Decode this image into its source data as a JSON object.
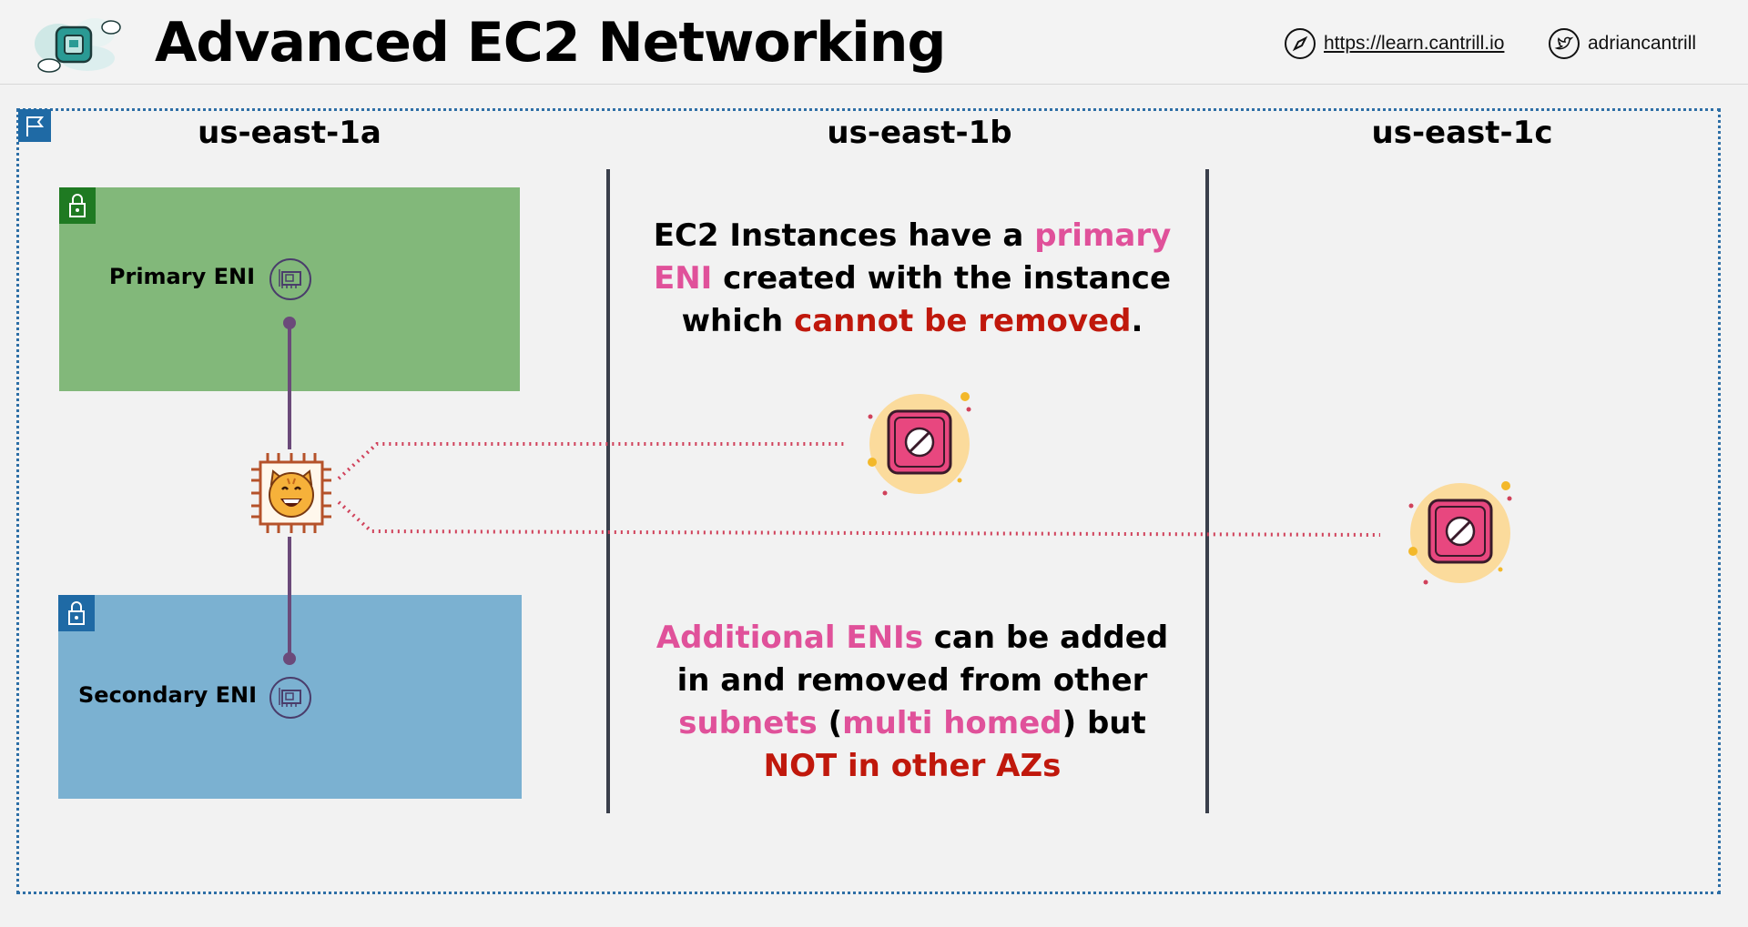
{
  "header": {
    "title": "Advanced EC2 Networking",
    "website": "https://learn.cantrill.io",
    "twitter": "adriancantrill"
  },
  "azs": [
    "us-east-1a",
    "us-east-1b",
    "us-east-1c"
  ],
  "enis": {
    "primary": "Primary ENI",
    "secondary": "Secondary ENI"
  },
  "text1": {
    "p1": "EC2 Instances have a ",
    "p2": "primary",
    "p3": "ENI",
    "p4": " created with the instance",
    "p5": "which ",
    "p6": "cannot be removed",
    "p7": "."
  },
  "text2": {
    "p1": "Additional ENIs",
    "p2": " can be added",
    "p3": "in and removed from other",
    "p4": "subnets",
    "p5": " (",
    "p6": "multi homed",
    "p7": ") but",
    "p8": "NOT in other AZs"
  },
  "colors": {
    "pink_highlight": "#e0519a",
    "red_highlight": "#c0180c",
    "public_subnet": "#82b87a",
    "private_subnet": "#7bb1d1",
    "connector": "#6b4a7a",
    "dotted_link": "#d0415a"
  },
  "icons": {
    "instance": "cat-chip-icon",
    "eni": "network-card-icon",
    "blocked": "no-entry-icon"
  }
}
